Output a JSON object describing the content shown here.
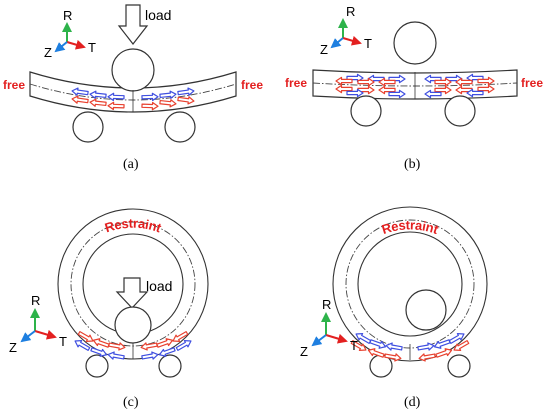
{
  "panels": {
    "a": {
      "caption": "(a)",
      "load_label": "load",
      "free_left": "free",
      "free_right": "free",
      "axes": {
        "r": "R",
        "z": "Z",
        "t": "T"
      }
    },
    "b": {
      "caption": "(b)",
      "free_left": "free",
      "free_right": "free",
      "axes": {
        "r": "R",
        "z": "Z",
        "t": "T"
      }
    },
    "c": {
      "caption": "(c)",
      "load_label": "load",
      "restraint_label": "Restraint",
      "axes": {
        "r": "R",
        "z": "Z",
        "t": "T"
      }
    },
    "d": {
      "caption": "(d)",
      "restraint_label": "Restraint",
      "axes": {
        "r": "R",
        "z": "Z",
        "t": "T"
      }
    }
  },
  "colors": {
    "tension_arrows": "#e8412f",
    "compression_arrows": "#3f4fe0",
    "free_text": "#e32020",
    "restraint_text": "#e32020",
    "axis_r": "#2db34a",
    "axis_t": "#e32020",
    "axis_z": "#1e7fe0"
  }
}
